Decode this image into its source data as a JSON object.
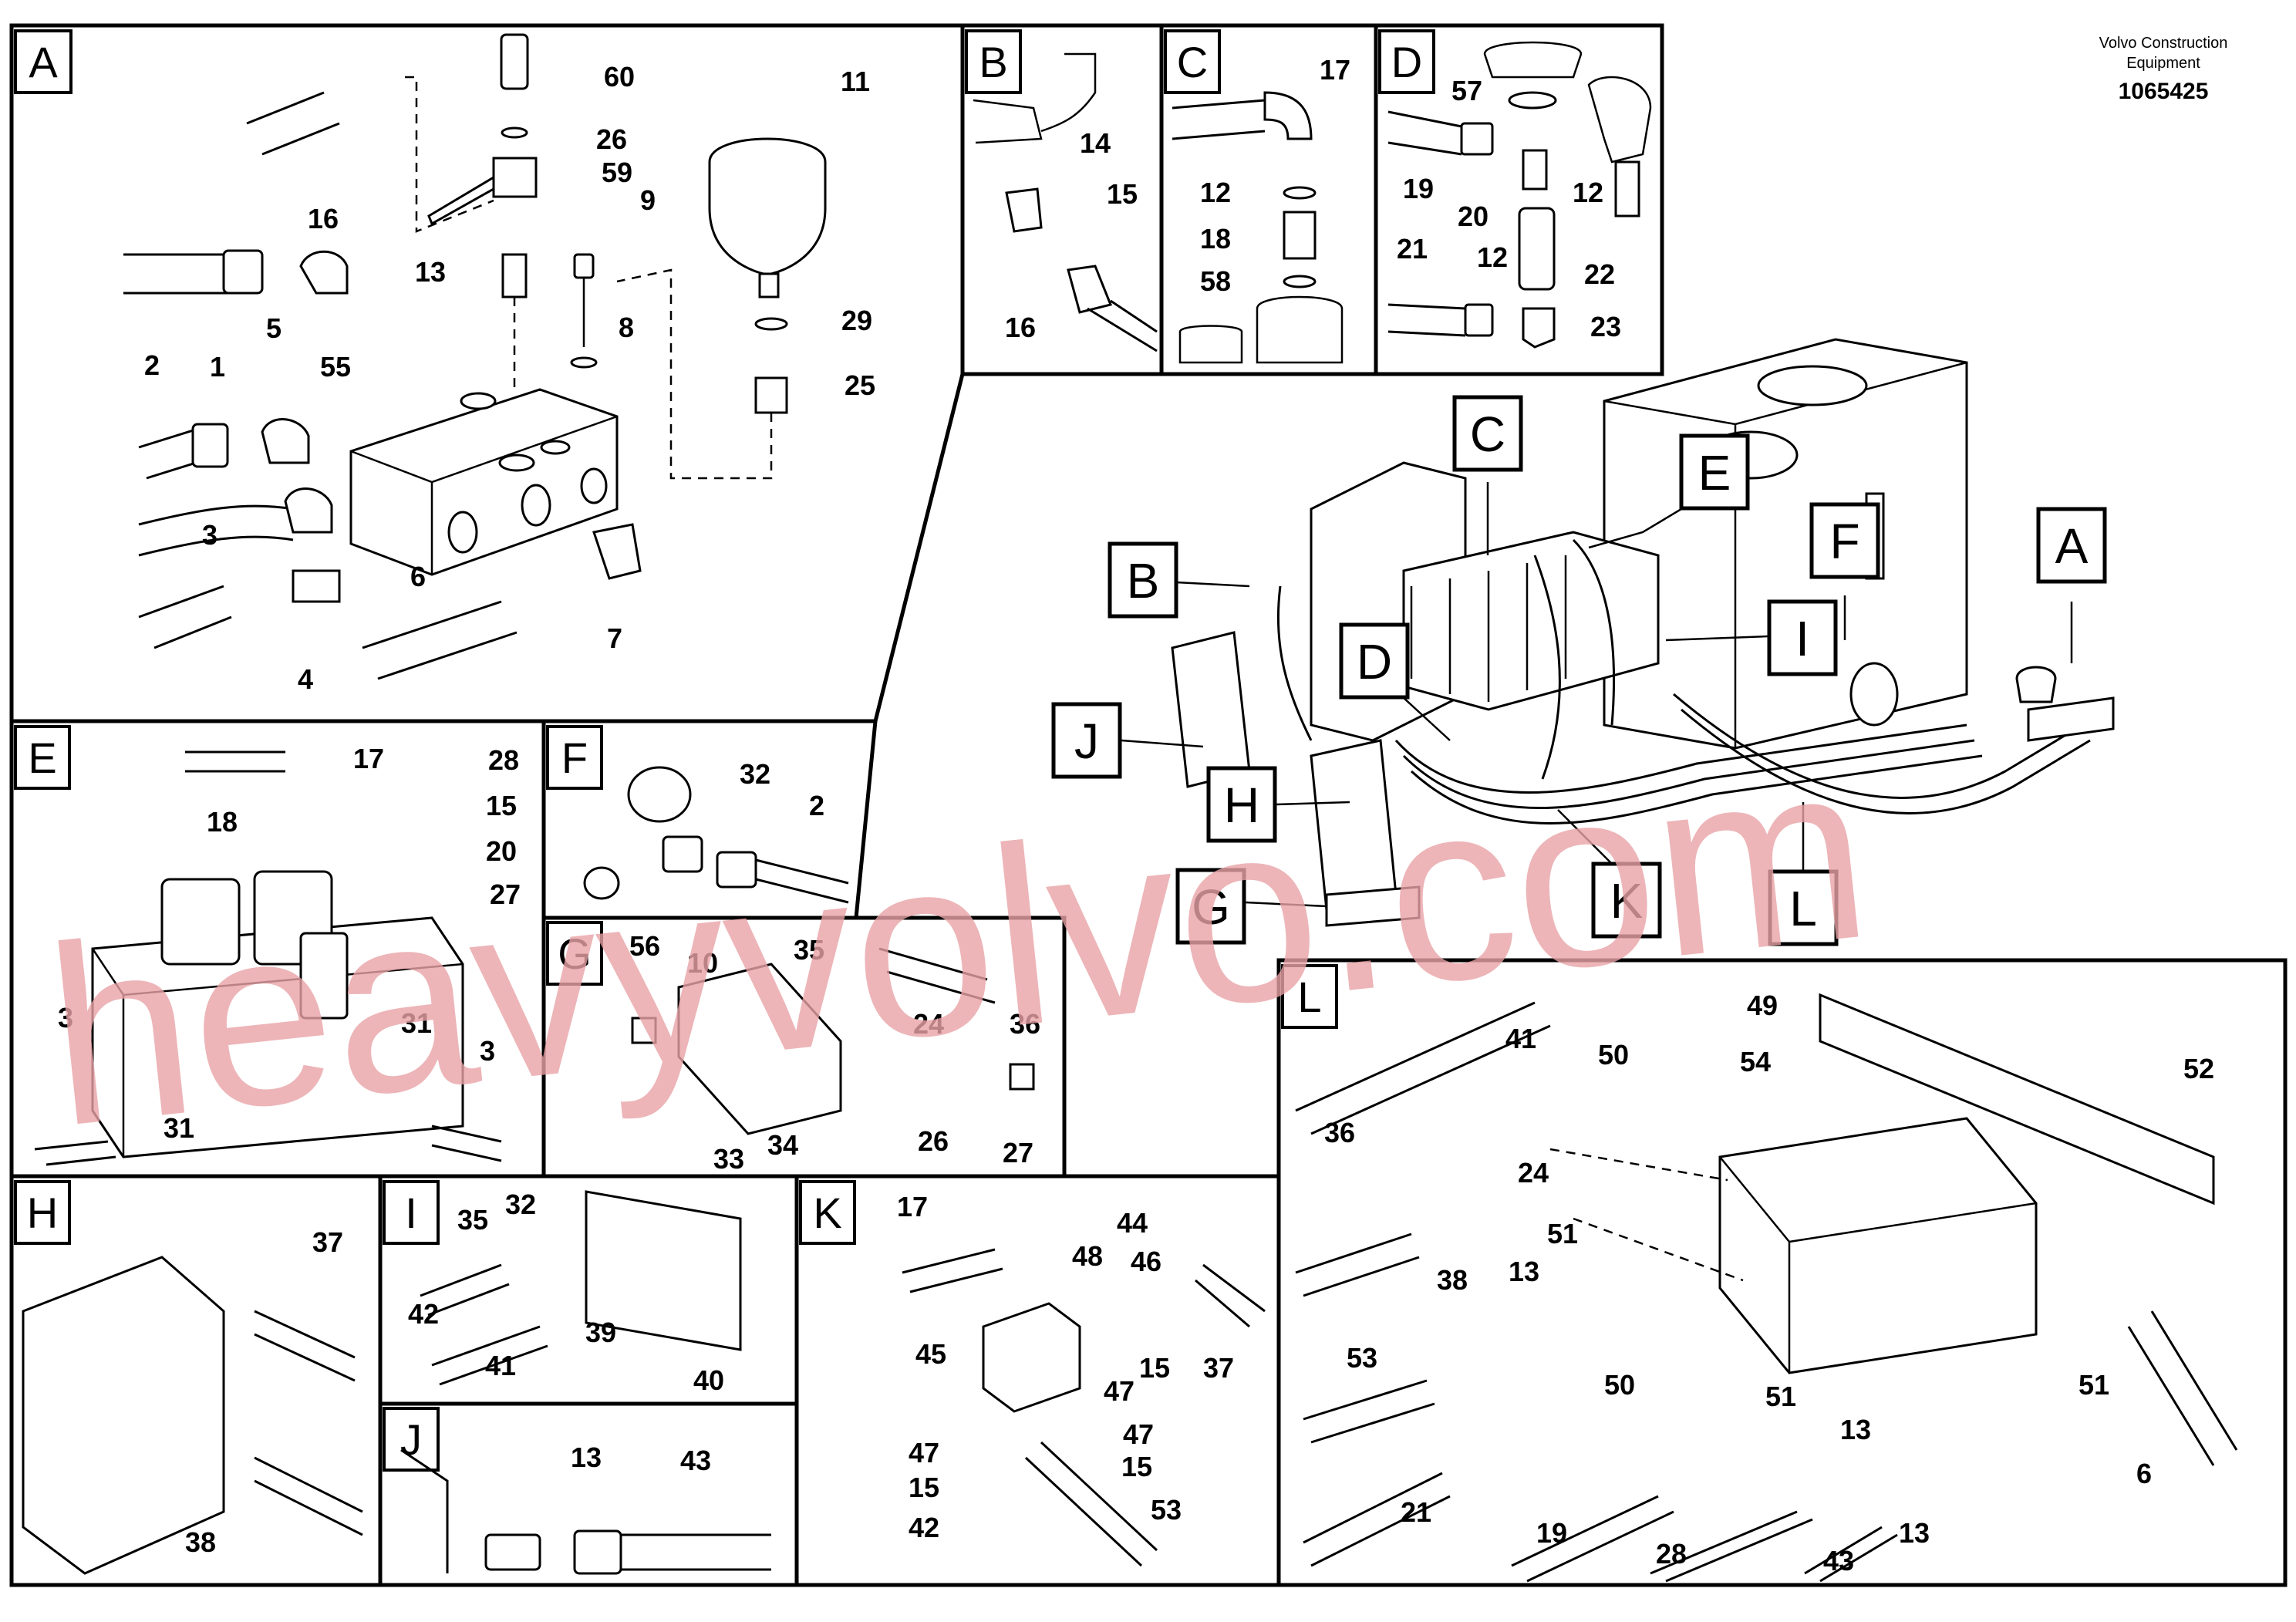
{
  "header": {
    "brand_line1": "Volvo Construction",
    "brand_line2": "Equipment",
    "doc_number": "1065425"
  },
  "watermark": {
    "text": "heavyvolvo.com",
    "color": "#e8a3a6"
  },
  "sections": {
    "A": "A",
    "B": "B",
    "C": "C",
    "D": "D",
    "E": "E",
    "F": "F",
    "G": "G",
    "H": "H",
    "I": "I",
    "J": "J",
    "K": "K",
    "L": "L"
  },
  "callouts": [
    "A",
    "B",
    "C",
    "D",
    "E",
    "F",
    "G",
    "H",
    "I",
    "J",
    "K",
    "L"
  ],
  "labels": {
    "A": [
      "60",
      "26",
      "59",
      "13",
      "9",
      "8",
      "55",
      "11",
      "29",
      "25",
      "16",
      "1",
      "5",
      "2",
      "3",
      "6",
      "7",
      "4"
    ],
    "B": [
      "14",
      "15",
      "16"
    ],
    "C": [
      "17",
      "12",
      "18",
      "58"
    ],
    "D": [
      "57",
      "19",
      "20",
      "12",
      "22",
      "21",
      "12",
      "23"
    ],
    "E": [
      "17",
      "28",
      "18",
      "15",
      "20",
      "27",
      "3",
      "31",
      "31",
      "3"
    ],
    "F": [
      "32",
      "2"
    ],
    "G": [
      "56",
      "10",
      "35",
      "24",
      "36",
      "33",
      "34",
      "26",
      "27"
    ],
    "H": [
      "37",
      "38"
    ],
    "I": [
      "35",
      "32",
      "42",
      "39",
      "41",
      "40"
    ],
    "J": [
      "13",
      "43"
    ],
    "K": [
      "17",
      "44",
      "48",
      "46",
      "45",
      "47",
      "15",
      "37",
      "47",
      "47",
      "15",
      "15",
      "42",
      "53"
    ],
    "L": [
      "49",
      "41",
      "50",
      "54",
      "52",
      "36",
      "24",
      "51",
      "13",
      "38",
      "53",
      "50",
      "51",
      "21",
      "19",
      "28",
      "13",
      "43",
      "13",
      "51",
      "6"
    ]
  }
}
